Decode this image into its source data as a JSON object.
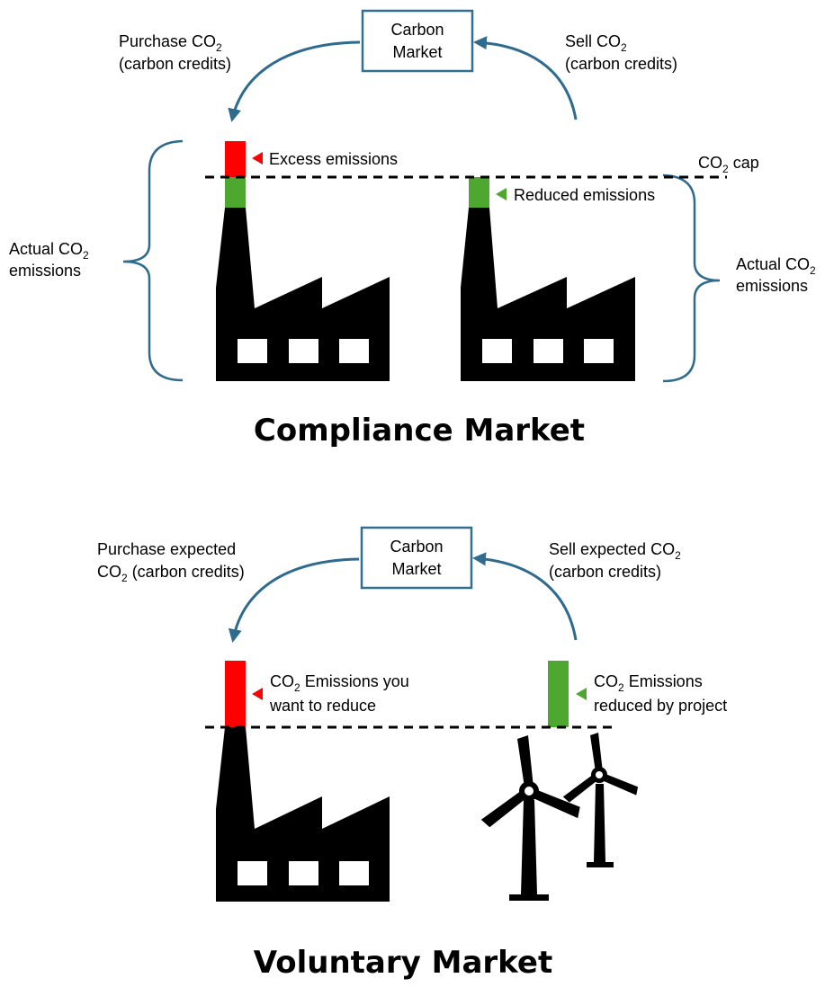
{
  "colors": {
    "excess": "#ff0000",
    "reduced": "#4ea72e",
    "flow": "#2e6b8e",
    "box_border": "#31708f"
  },
  "compliance": {
    "title": "Compliance Market",
    "market_box": {
      "line1": "Carbon",
      "line2": "Market"
    },
    "purchase": {
      "line1_a": "Purchase CO",
      "line1_sub": "2",
      "line2": "(carbon credits)"
    },
    "sell": {
      "line1_a": "Sell CO",
      "line1_sub": "2",
      "line2": "(carbon credits)"
    },
    "excess_label": "Excess emissions",
    "reduced_label": "Reduced emissions",
    "cap_label": {
      "a": "CO",
      "sub": "2",
      "b": " cap"
    },
    "actual_left": {
      "line1_a": "Actual CO",
      "line1_sub": "2",
      "line2": "emissions"
    },
    "actual_right": {
      "line1_a": "Actual CO",
      "line1_sub": "2",
      "line2": "emissions"
    }
  },
  "voluntary": {
    "title": "Voluntary Market",
    "market_box": {
      "line1": "Carbon",
      "line2": "Market"
    },
    "purchase": {
      "line1": "Purchase expected",
      "line2_a": "CO",
      "line2_sub": "2",
      "line2_b": " (carbon credits)"
    },
    "sell": {
      "line1_a": "Sell expected CO",
      "line1_sub": "2",
      "line2": "(carbon credits)"
    },
    "want_label": {
      "line1_a": "CO",
      "line1_sub": "2",
      "line1_b": " Emissions you",
      "line2": "want to reduce"
    },
    "project_label": {
      "line1_a": "CO",
      "line1_sub": "2",
      "line1_b": " Emissions",
      "line2": "reduced by project"
    }
  }
}
